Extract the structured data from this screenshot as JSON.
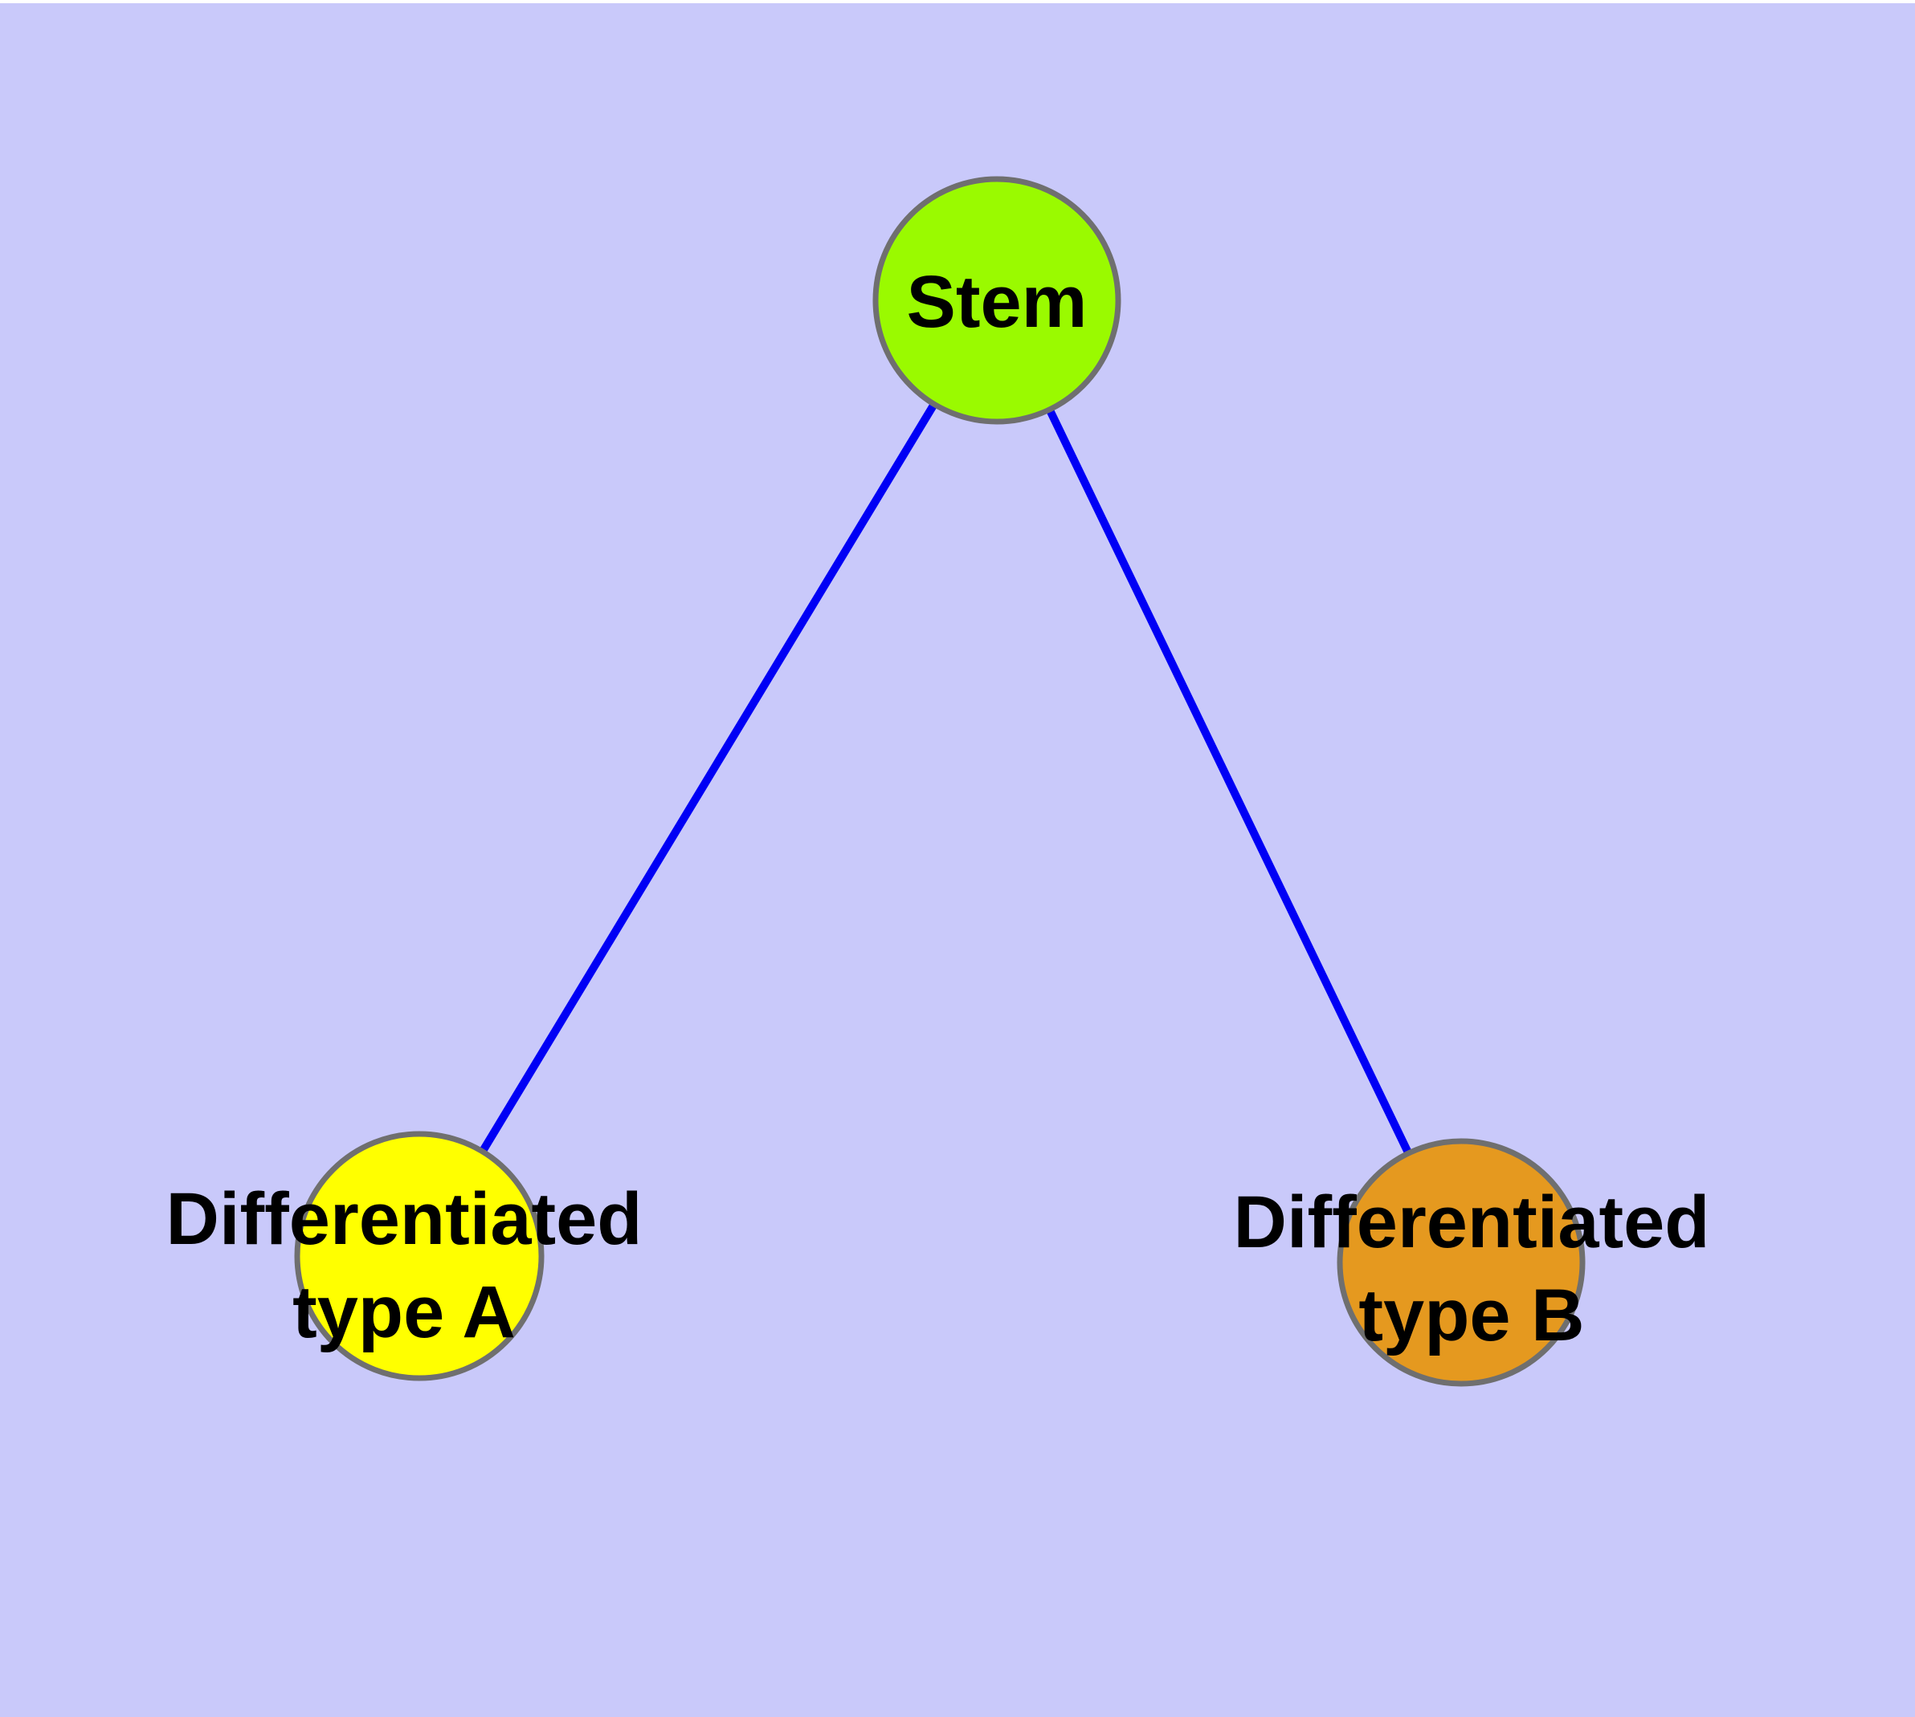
{
  "diagram": {
    "type": "graph",
    "background_color": "#C9C9FA",
    "top_margin_color": "#FFFFFF",
    "edge_color": "#0000F5",
    "node_border_color": "#6F6F6F",
    "label_color": "#000000",
    "nodes": [
      {
        "id": "stem",
        "label": "Stem",
        "color": "#9AFA00"
      },
      {
        "id": "differentiated-type-a",
        "label": "Differentiated type A",
        "label_lines": [
          "Differentiated",
          "type A"
        ],
        "color": "#FFFF00"
      },
      {
        "id": "differentiated-type-b",
        "label": "Differentiated type B",
        "label_lines": [
          "Differentiated",
          "type B"
        ],
        "color": "#E5991F"
      }
    ],
    "edges": [
      {
        "from": "Stem",
        "to": "Differentiated type A"
      },
      {
        "from": "Stem",
        "to": "Differentiated type B"
      }
    ]
  }
}
